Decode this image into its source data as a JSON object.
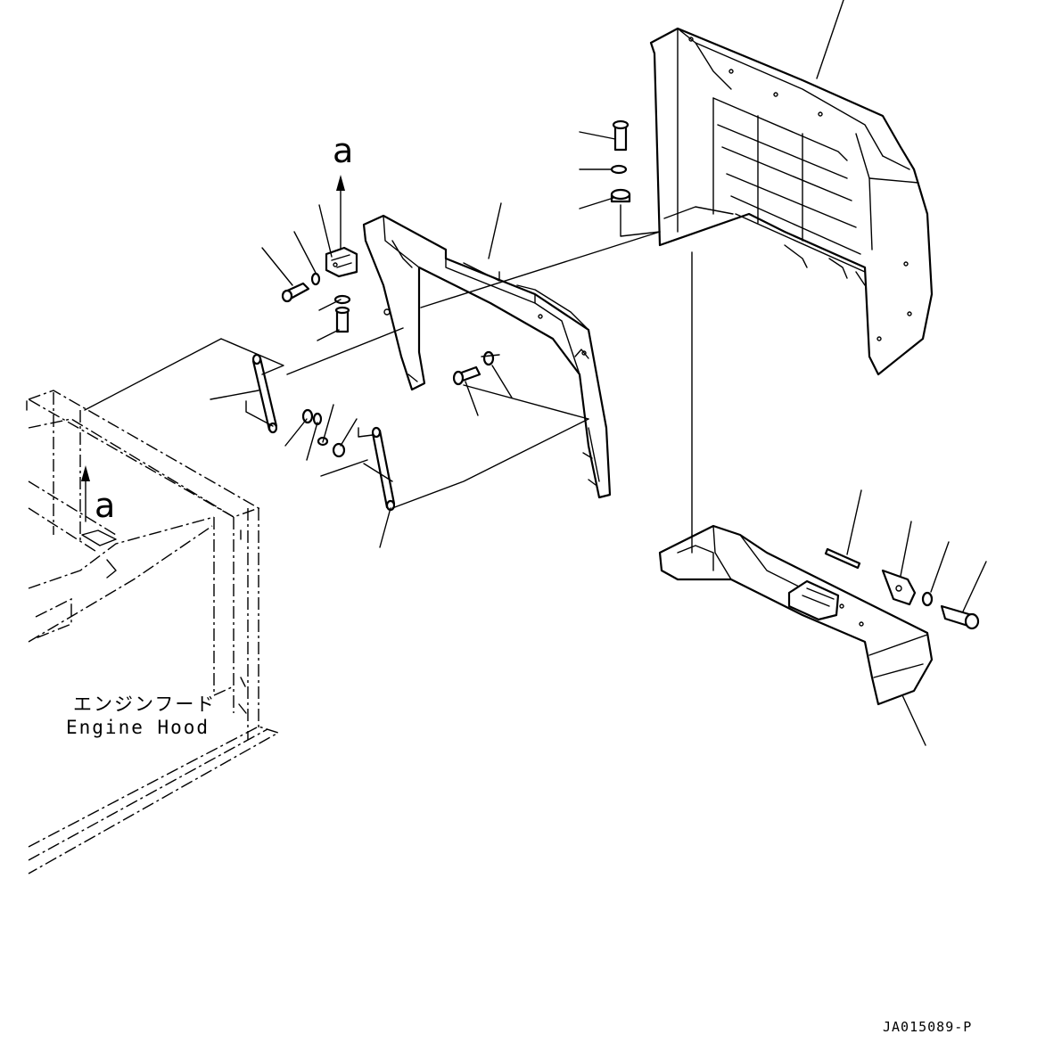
{
  "labels": {
    "engine_hood_jp": "エンジンフード",
    "engine_hood_en": "Engine Hood",
    "view_a_top": "a",
    "view_a_left": "a",
    "drawing_code": "JA015089-P"
  }
}
